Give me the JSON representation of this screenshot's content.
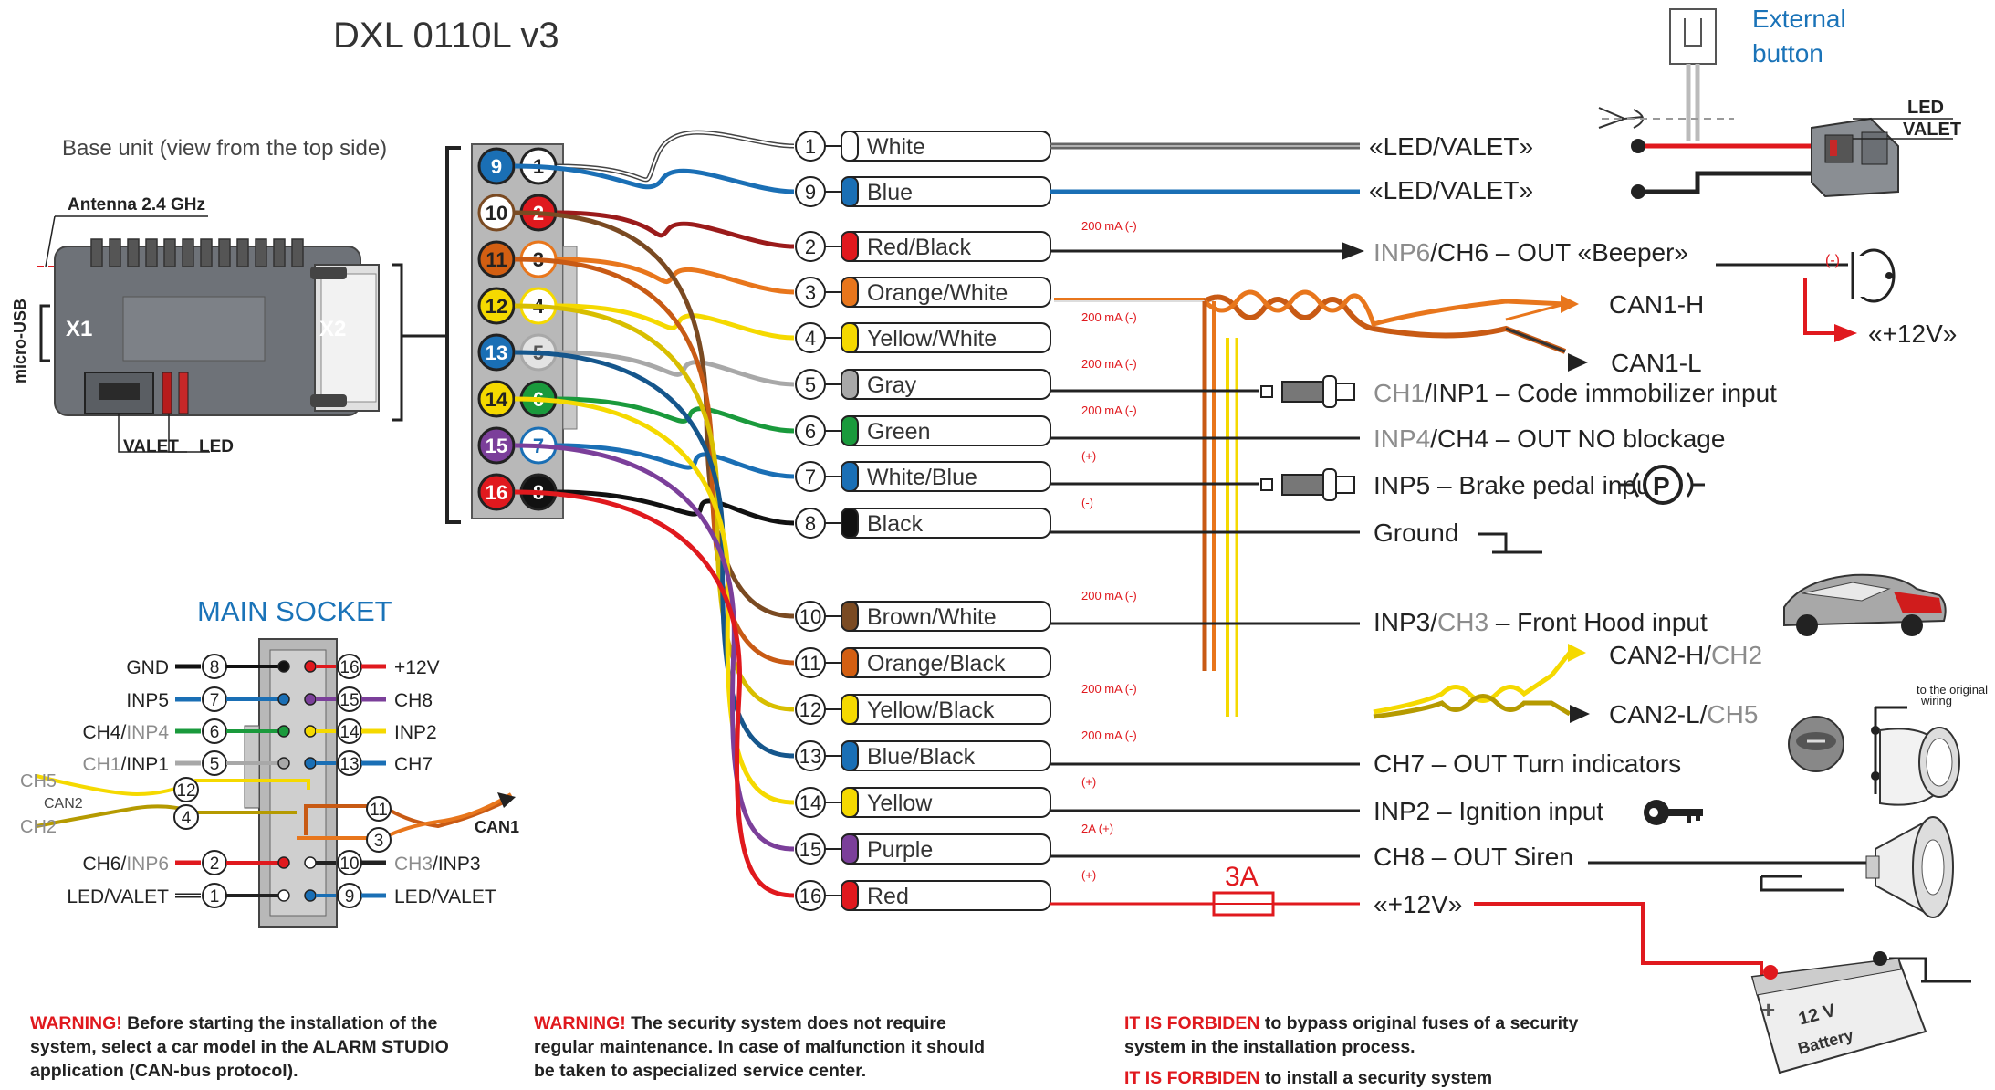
{
  "title": "DXL 0110L v3",
  "base_unit": {
    "caption": "Base unit (view from the top side)",
    "antenna": "Antenna 2.4 GHz",
    "micro_usb": "micro-USB",
    "x1": "X1",
    "x2": "X2",
    "valet": "VALET",
    "led": "LED"
  },
  "connector_pairs": [
    {
      "left": "9",
      "right": "1"
    },
    {
      "left": "10",
      "right": "2"
    },
    {
      "left": "11",
      "right": "3"
    },
    {
      "left": "12",
      "right": "4"
    },
    {
      "left": "13",
      "right": "5"
    },
    {
      "left": "14",
      "right": "6"
    },
    {
      "left": "15",
      "right": "7"
    },
    {
      "left": "16",
      "right": "8"
    }
  ],
  "wires": [
    {
      "num": "1",
      "label": "White",
      "current": "",
      "color": "#ffffff",
      "line": "#444444"
    },
    {
      "num": "9",
      "label": "Blue",
      "current": "",
      "color": "#1a6fb5",
      "line": "#1a6fb5"
    },
    {
      "num": "2",
      "label": "Red/Black",
      "current": "200 mA (-)",
      "color": "#e0191e",
      "line": "#9b1b1b"
    },
    {
      "num": "3",
      "label": "Orange/White",
      "current": "",
      "color": "#e8761c",
      "line": "#e8761c"
    },
    {
      "num": "4",
      "label": "Yellow/White",
      "current": "200 mA (-)",
      "color": "#f5d900",
      "line": "#f5d900"
    },
    {
      "num": "5",
      "label": "Gray",
      "current": "200 mA (-)",
      "color": "#a8a8a8",
      "line": "#a8a8a8"
    },
    {
      "num": "6",
      "label": "Green",
      "current": "200 mA (-)",
      "color": "#1a9a3c",
      "line": "#1a9a3c"
    },
    {
      "num": "7",
      "label": "White/Blue",
      "current": "(+)",
      "color": "#1a6fb5",
      "line": "#1a6fb5"
    },
    {
      "num": "8",
      "label": "Black",
      "current": "(-)",
      "color": "#111111",
      "line": "#111111"
    },
    {
      "num": "10",
      "label": "Brown/White",
      "current": "200 mA (-)",
      "color": "#7a4a22",
      "line": "#7a4a22"
    },
    {
      "num": "11",
      "label": "Orange/Black",
      "current": "",
      "color": "#d35f12",
      "line": "#c85a14"
    },
    {
      "num": "12",
      "label": "Yellow/Black",
      "current": "200 mA (-)",
      "color": "#f5d900",
      "line": "#d8be00"
    },
    {
      "num": "13",
      "label": "Blue/Black",
      "current": "200 mA (-)",
      "color": "#1a6fb5",
      "line": "#15568c"
    },
    {
      "num": "14",
      "label": "Yellow",
      "current": "(+)",
      "color": "#f5d900",
      "line": "#f5d900"
    },
    {
      "num": "15",
      "label": "Purple",
      "current": "2A (+)",
      "color": "#7b3f9a",
      "line": "#7b3f9a"
    },
    {
      "num": "16",
      "label": "Red",
      "current": "(+)",
      "color": "#e0191e",
      "line": "#e0191e"
    }
  ],
  "outputs": {
    "led_valet_1": "«LED/VALET»",
    "led_valet_2": "«LED/VALET»",
    "beeper_inp": "INP6",
    "beeper_rest": "/CH6 – OUT «Beeper»",
    "can1_h": "CAN1-H",
    "can1_l": "CAN1-L",
    "plus12v_right": "«+12V»",
    "ch1_gray": "CH1",
    "ch1_rest": "/INP1 – Code immobilizer input",
    "inp4_gray": "INP4",
    "inp4_rest": "/CH4 – OUT NO blockage",
    "inp5": "INP5 – Brake pedal input",
    "ground": "Ground",
    "inp3_a": "INP3/",
    "inp3_gray": "CH3",
    "inp3_b": " – Front Hood input",
    "can2_h": "CAN2-H/",
    "can2_h_gray": "CH2",
    "can2_l": "CAN2-L/",
    "can2_l_gray": "CH5",
    "ch7": "CH7 – OUT  Turn indicators",
    "inp2": "INP2 – Ignition input",
    "ch8": "CH8 – OUT Siren",
    "fuse": "3A",
    "plus12v": "«+12V»",
    "ext_button_1": "External",
    "ext_button_2": "button",
    "led_valet_1_label": "LED",
    "led_valet_2_label": "VALET",
    "beeper_sign": "(-)",
    "wiring_1": "to the original",
    "wiring_2": "wiring",
    "battery_v": "12 V",
    "battery_name": "Battery"
  },
  "main_socket": {
    "title": "MAIN SOCKET",
    "left_labels": [
      "GND",
      "INP5",
      "CH4/",
      "CH1",
      "CH6/",
      "LED/VALET"
    ],
    "left_gray": [
      "",
      "",
      "INP4",
      "",
      "INP6",
      ""
    ],
    "left_after": [
      "",
      "",
      "",
      "/INP1",
      "",
      ""
    ],
    "left_pins": [
      "8",
      "7",
      "6",
      "5",
      "2",
      "1"
    ],
    "right_pins": [
      "16",
      "15",
      "14",
      "13",
      "10",
      "9"
    ],
    "right_labels": [
      "+12V",
      "CH8",
      "INP2",
      "CH7",
      "CH3",
      "LED/VALET"
    ],
    "right_after": [
      "",
      "",
      "",
      "",
      "/INP3",
      ""
    ],
    "can_pins": [
      "12",
      "4",
      "11",
      "3"
    ],
    "ch5": "CH5",
    "can2": "CAN2",
    "ch2": "CH2",
    "can1": "CAN1"
  },
  "warnings": [
    {
      "head": "WARNING!",
      "text": " Before starting the installation of the system, select a car model in the ALARM STUDIO application (CAN-bus protocol)."
    },
    {
      "head": "WARNING!",
      "text": " The security system does not require regular maintenance. In case of malfunction it should be taken to aspecialized service center."
    },
    {
      "head": "IT IS FORBIDEN",
      "text": " to bypass original fuses of a security system in the installation process."
    },
    {
      "head": "IT IS FORBIDEN",
      "text": " to install a security system"
    }
  ]
}
